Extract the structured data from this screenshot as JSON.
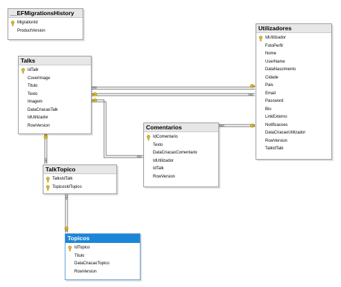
{
  "tables": {
    "efmigrations": {
      "title": "__EFMigrationsHistory",
      "columns": [
        "MigrationId",
        "ProductVersion"
      ],
      "primary_key": "MigrationId"
    },
    "talks": {
      "title": "Talks",
      "columns": [
        "IdTalk",
        "CoverImage",
        "Titulo",
        "Texto",
        "Imagem",
        "DataCriacaoTalk",
        "IdUtilizador",
        "RowVersion"
      ],
      "primary_key": "IdTalk"
    },
    "utilizadores": {
      "title": "Utilizadores",
      "columns": [
        "IdUtilizador",
        "FotoPerfil",
        "Nome",
        "UserName",
        "DataNascimento",
        "Cidade",
        "Pais",
        "Email",
        "Password",
        "Bio",
        "LinkExterno",
        "Notificacoes",
        "DataCriacaoUtilizador",
        "RowVersion",
        "TalkIdTalk"
      ],
      "primary_key": "IdUtilizador"
    },
    "comentarios": {
      "title": "Comentarios",
      "columns": [
        "IdComentario",
        "Texto",
        "DataCriacaoComentario",
        "IdUtilizador",
        "IdTalk",
        "RowVersion"
      ],
      "primary_key": "IdComentario"
    },
    "talktopico": {
      "title": "TalkTopico",
      "columns": [
        "TalksIdTalk",
        "TopicosIdTopico"
      ],
      "primary_key": "TalksIdTalk, TopicosIdTopico"
    },
    "topicos": {
      "title": "Topicos",
      "columns": [
        "IdTopico",
        "Titulo",
        "DataCriacaoTopico",
        "RowVersion"
      ],
      "primary_key": "IdTopico"
    }
  },
  "relationships": [
    {
      "from": "Talks",
      "to": "Utilizadores"
    },
    {
      "from": "Utilizadores",
      "to": "Talks"
    },
    {
      "from": "Comentarios",
      "to": "Talks"
    },
    {
      "from": "Comentarios",
      "to": "Utilizadores"
    },
    {
      "from": "TalkTopico",
      "to": "Talks"
    },
    {
      "from": "TalkTopico",
      "to": "Topicos"
    }
  ],
  "colors": {
    "header_background": "#e7e7e7",
    "selected_header": "#1c86d6",
    "key_icon": "#e3c02b",
    "connector": "#7a7a7a"
  },
  "icons": {
    "primary_key": "key-icon",
    "relationship_one": "key-end-icon",
    "relationship_many": "infinity-end-icon"
  }
}
